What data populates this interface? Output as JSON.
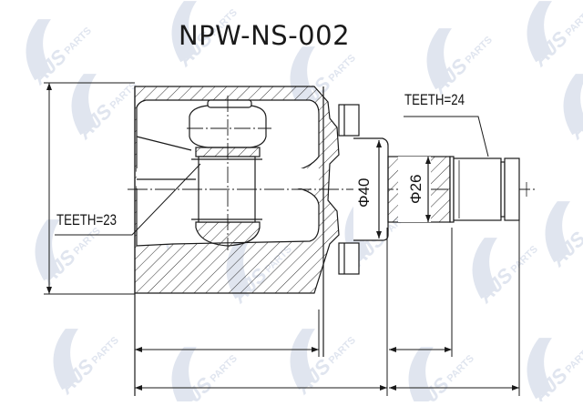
{
  "title": "NPW-NS-002",
  "watermark": {
    "text": "AJS PARTS",
    "color": "#d4dbe8"
  },
  "labels": {
    "outer_teeth": "TEETH=24",
    "inner_teeth": "TEETH=23"
  },
  "dimensions": {
    "outer_diameter": "Φ40",
    "shaft_diameter": "Φ26"
  },
  "colors": {
    "line": "#1a1a1a",
    "hatch": "#333333",
    "background": "#ffffff"
  }
}
